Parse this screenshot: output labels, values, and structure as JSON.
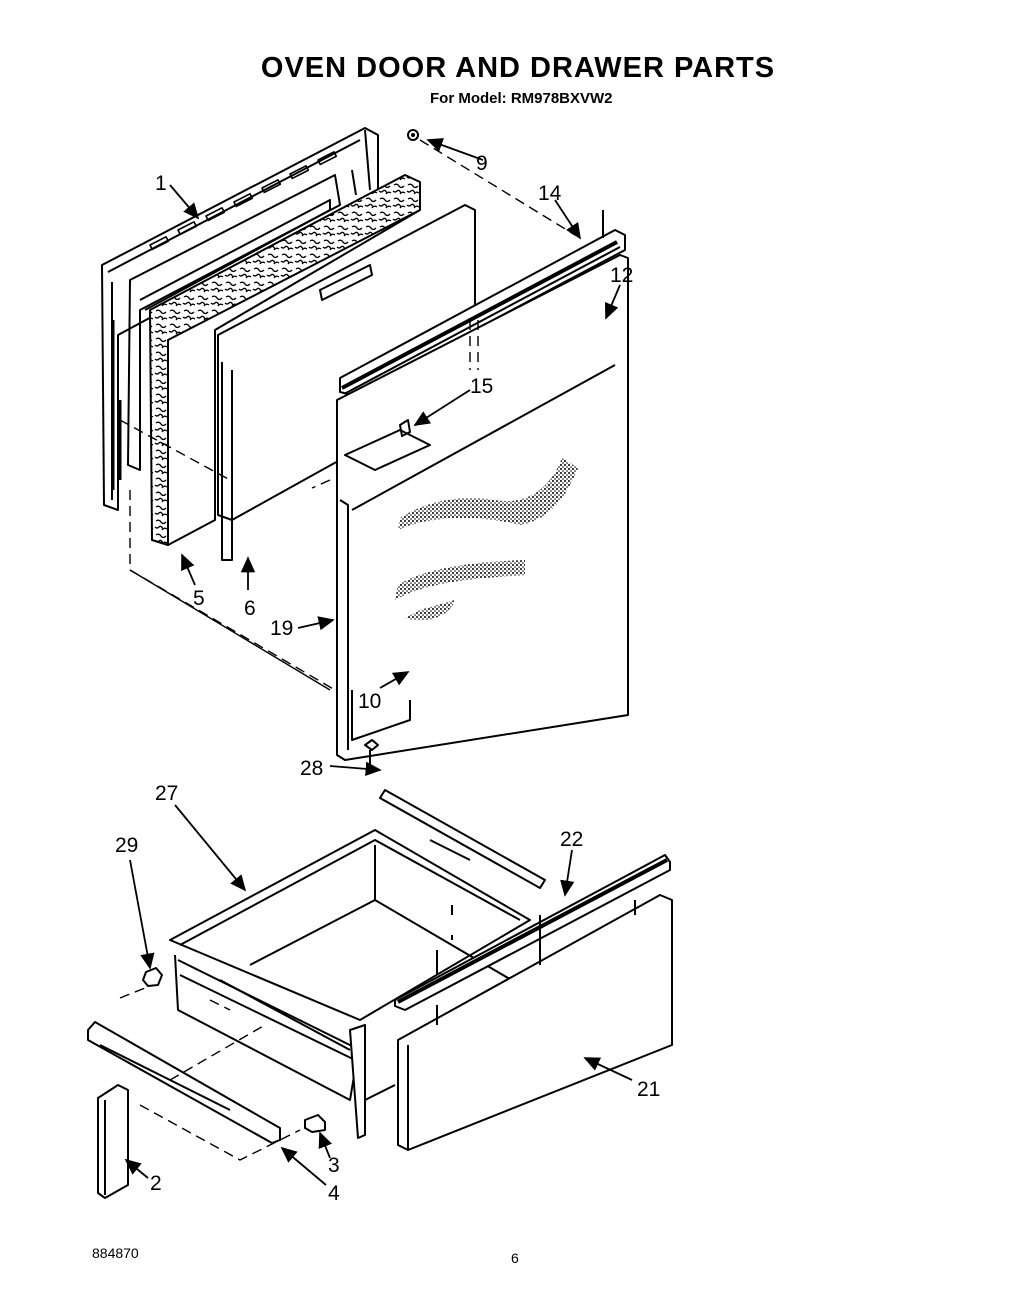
{
  "title": "OVEN DOOR AND DRAWER PARTS",
  "subtitle": "For Model: RM978BXVW2",
  "callouts": {
    "c1": "1",
    "c2": "2",
    "c3": "3",
    "c4": "4",
    "c5": "5",
    "c6": "6",
    "c9": "9",
    "c10": "10",
    "c12": "12",
    "c14": "14",
    "c15": "15",
    "c19": "19",
    "c21": "21",
    "c22": "22",
    "c27": "27",
    "c28": "28",
    "c29": "29"
  },
  "footer": {
    "doc_number": "884870",
    "page_number": "6"
  }
}
